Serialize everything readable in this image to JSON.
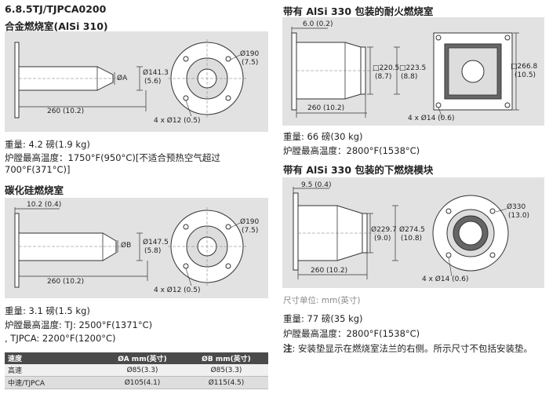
{
  "section_title": "6.8.5TJ/TJPCA0200",
  "alloy": {
    "title": "合金燃烧室(AlSi 310)",
    "dims": {
      "length": "260 (10.2)",
      "a_label": "ØA",
      "diam_mid_1": "Ø141.3",
      "diam_mid_2": "(5.6)",
      "outer_1": "Ø190",
      "outer_2": "(7.5)",
      "holes": "4 x Ø12 (0.5)"
    },
    "weight": "重量: 4.2 磅(1.9 kg)",
    "temp_line1": "炉膛最高温度：1750°F(950°C)[不适合预热空气超过",
    "temp_line2": "700°F(371°C)]"
  },
  "sic": {
    "title": "碳化硅燃烧室",
    "dims": {
      "offset": "10.2 (0.4)",
      "length": "260 (10.2)",
      "b_label": "ØB",
      "diam_mid_1": "Ø147.5",
      "diam_mid_2": "(5.8)",
      "outer_1": "Ø190",
      "outer_2": "(7.5)",
      "holes": "4 x Ø12 (0.5)"
    },
    "weight": "重量: 3.1 磅(1.5 kg)",
    "temp_line1": "炉膛最高温度: TJ: 2500°F(1371°C)",
    "temp_line2": ", TJPCA: 2200°F(1200°C)"
  },
  "table": {
    "headers": [
      "速度",
      "ØA mm(英寸)",
      "ØB mm(英寸)"
    ],
    "rows": [
      [
        "高速",
        "Ø85(3.3)",
        "Ø85(3.3)"
      ],
      [
        "中速/TJPCA",
        "Ø105(4.1)",
        "Ø115(4.5)"
      ]
    ]
  },
  "refractory": {
    "title": "带有 AlSi 330 包装的耐火燃烧室",
    "dims": {
      "offset": "6.0 (0.2)",
      "length": "260 (10.2)",
      "sq1_1": "□220.5",
      "sq1_2": "(8.7)",
      "sq2_1": "□223.5",
      "sq2_2": "(8.8)",
      "outer_1": "□266.8",
      "outer_2": "(10.5)",
      "holes": "4 x Ø14 (0.6)"
    },
    "weight": "重量: 66 磅(30 kg)",
    "temp": "炉膛最高温度：2800°F(1538°C)"
  },
  "downfire": {
    "title": "带有 AlSi 330 包装的下燃烧模块",
    "dims": {
      "offset": "9.5 (0.4)",
      "length": "260 (10.2)",
      "d1_1": "Ø229.7",
      "d1_2": "(9.0)",
      "d2_1": "Ø274.5",
      "d2_2": "(10.8)",
      "outer_1": "Ø330",
      "outer_2": "(13.0)",
      "holes": "4 x Ø14 (0.6)"
    },
    "units_note": "尺寸单位: mm(英寸)",
    "weight": "重量: 77 磅(35 kg)",
    "temp": "炉膛最高温度：2800°F(1538°C)",
    "note_label": "注",
    "note_text": ": 安装垫显示在燃烧室法兰的右侧。所示尺寸不包括安装垫。"
  }
}
